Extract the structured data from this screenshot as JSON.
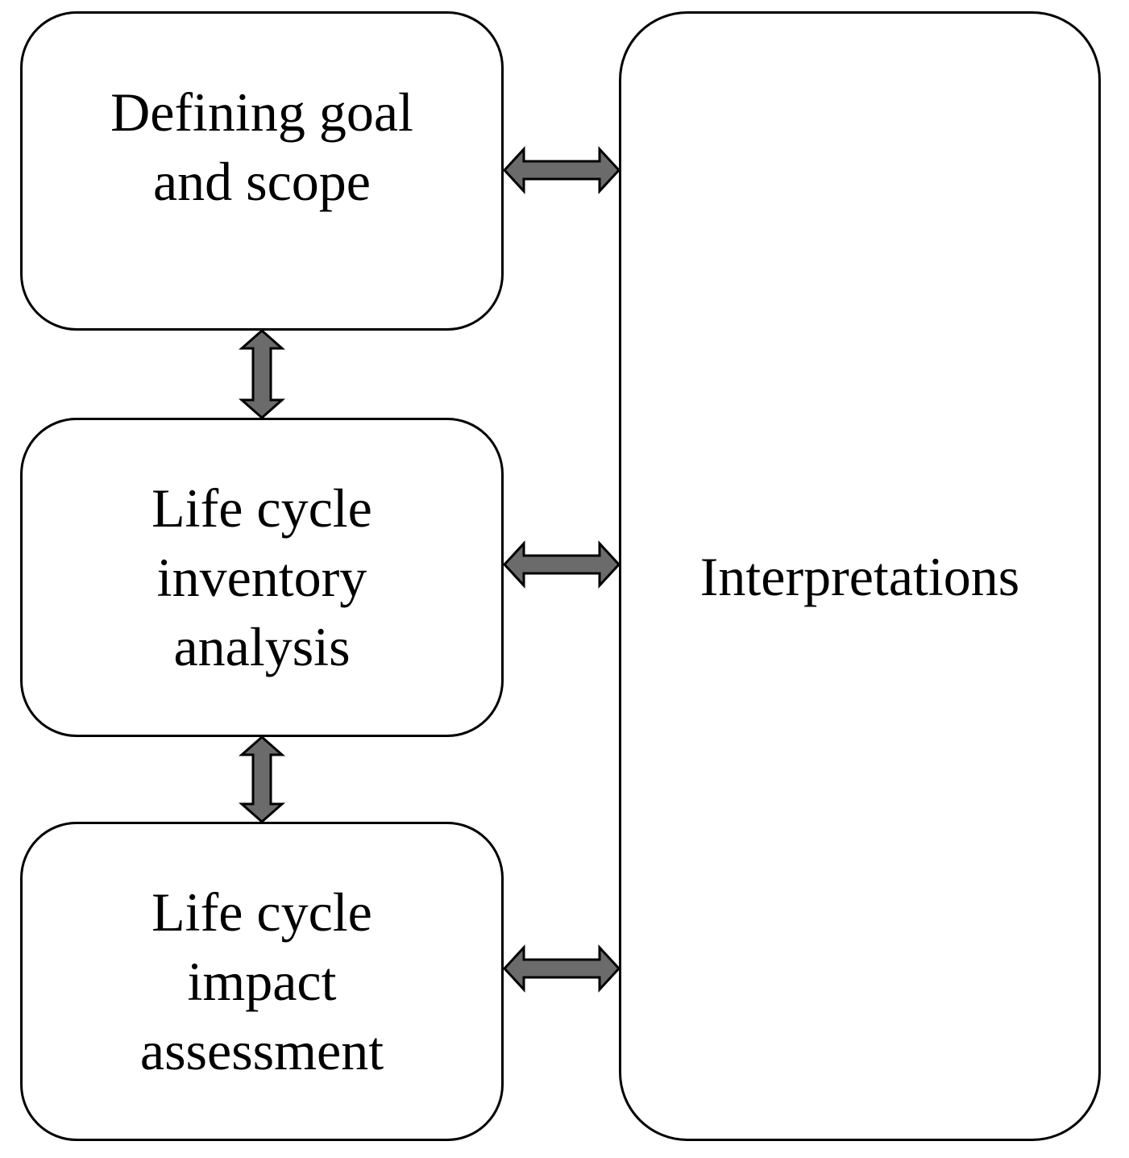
{
  "diagram": {
    "boxes": {
      "goal": "Defining goal\nand scope",
      "inventory": "Life cycle\ninventory\nanalysis",
      "impact": "Life cycle\nimpact\nassessment",
      "interpretations": "Interpretations"
    },
    "colors": {
      "arrow_fill": "#6b6b6b",
      "stroke": "#000000",
      "background": "#ffffff"
    },
    "connectors": [
      {
        "from": "goal",
        "to": "interpretations",
        "type": "bidirectional"
      },
      {
        "from": "inventory",
        "to": "interpretations",
        "type": "bidirectional"
      },
      {
        "from": "impact",
        "to": "interpretations",
        "type": "bidirectional"
      },
      {
        "from": "goal",
        "to": "inventory",
        "type": "bidirectional"
      },
      {
        "from": "inventory",
        "to": "impact",
        "type": "bidirectional"
      }
    ]
  }
}
